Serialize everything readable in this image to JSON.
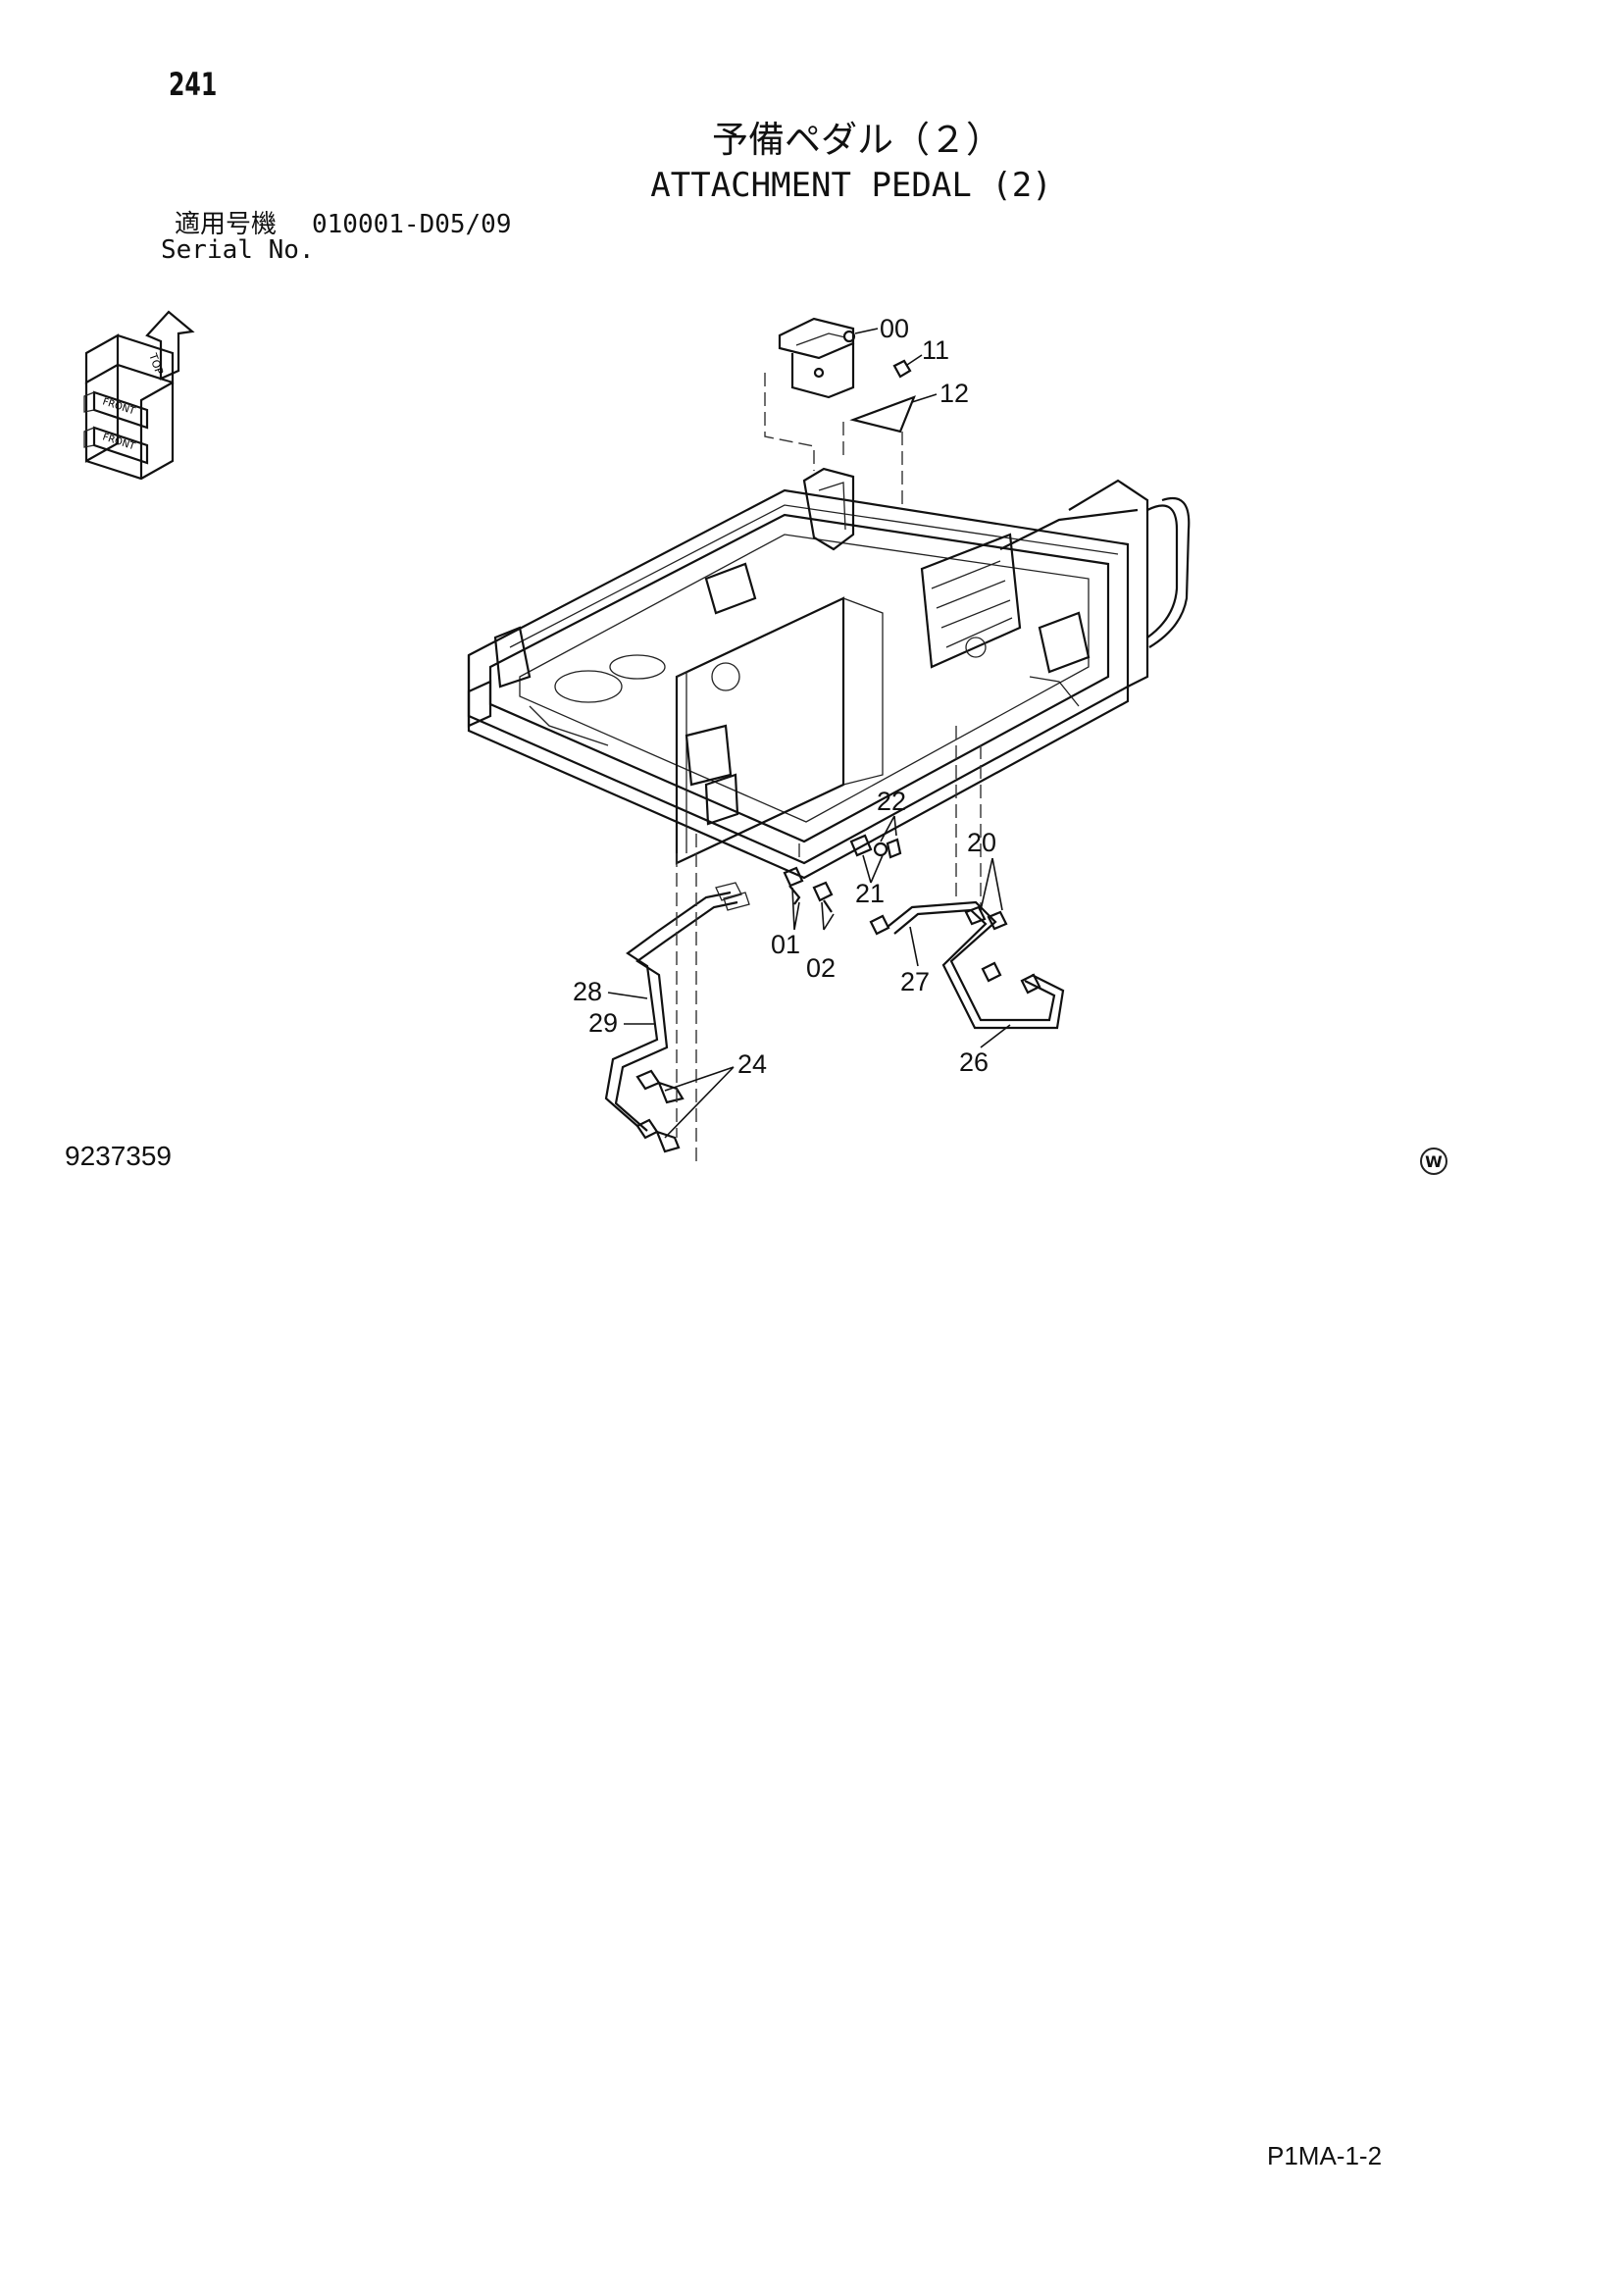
{
  "header": {
    "page_number": "241",
    "title_jp": "予備ペダル（２）",
    "title_en": "ATTACHMENT PEDAL (2)",
    "serial_label_jp": "適用号機",
    "serial_value": "010001-D05/09",
    "serial_label_en": "Serial No."
  },
  "orientation_icon": {
    "labels": [
      "TOP",
      "FRONT",
      "FRONT"
    ]
  },
  "part_labels": {
    "p00": "00",
    "p11": "11",
    "p12": "12",
    "p22": "22",
    "p21": "21",
    "p20": "20",
    "p01": "01",
    "p02": "02",
    "p27": "27",
    "p28": "28",
    "p29": "29",
    "p24": "24",
    "p26": "26"
  },
  "footer": {
    "drawing_number": "9237359",
    "mark": "W",
    "page_code": "P1MA-1-2"
  }
}
